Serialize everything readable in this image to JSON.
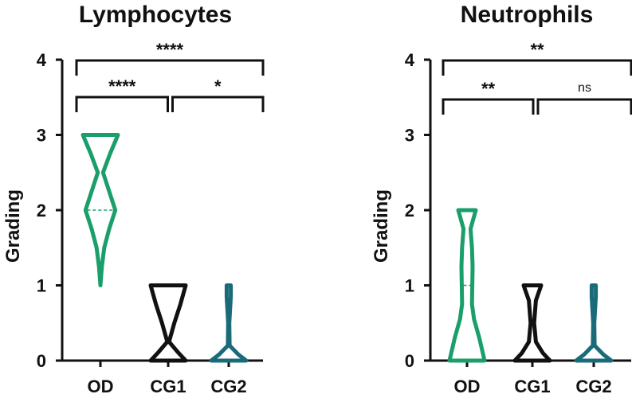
{
  "chart_data": [
    {
      "type": "violin",
      "title": "Lymphocytes",
      "ylabel": "Grading",
      "ylim": [
        0,
        4
      ],
      "yticks": [
        0,
        1,
        2,
        3,
        4
      ],
      "categories": [
        "OD",
        "CG1",
        "CG2"
      ],
      "series": [
        {
          "category": "OD",
          "color": "#1a9e6a",
          "min": 1,
          "max": 3,
          "median": 2,
          "density": [
            [
              1,
              0.0
            ],
            [
              1.25,
              0.08
            ],
            [
              1.5,
              0.22
            ],
            [
              1.75,
              0.5
            ],
            [
              2,
              0.85
            ],
            [
              2.25,
              0.5
            ],
            [
              2.5,
              0.15
            ],
            [
              2.75,
              0.55
            ],
            [
              3,
              1.0
            ]
          ]
        },
        {
          "category": "CG1",
          "color": "#111111",
          "min": 0,
          "max": 1,
          "median": null,
          "density": [
            [
              0,
              1.0
            ],
            [
              0.1,
              0.6
            ],
            [
              0.25,
              0.05
            ],
            [
              0.5,
              0.35
            ],
            [
              0.75,
              0.7
            ],
            [
              1,
              1.0
            ]
          ]
        },
        {
          "category": "CG2",
          "color": "#1a6b7a",
          "min": 0,
          "max": 1,
          "median": null,
          "density": [
            [
              0,
              1.0
            ],
            [
              0.08,
              0.55
            ],
            [
              0.2,
              0.05
            ],
            [
              0.5,
              0.03
            ],
            [
              0.85,
              0.12
            ],
            [
              1,
              0.12
            ]
          ]
        }
      ],
      "significance": [
        {
          "from": "OD",
          "to": "CG1",
          "label": "****",
          "level": 1
        },
        {
          "from": "CG1",
          "to": "CG2",
          "label": "*",
          "level": 1
        },
        {
          "from": "OD",
          "to": "CG2",
          "label": "****",
          "level": 2
        }
      ]
    },
    {
      "type": "violin",
      "title": "Neutrophils",
      "ylabel": "Grading",
      "ylim": [
        0,
        4
      ],
      "yticks": [
        0,
        1,
        2,
        3,
        4
      ],
      "categories": [
        "OD",
        "CG1",
        "CG2"
      ],
      "series": [
        {
          "category": "OD",
          "color": "#1a9e6a",
          "min": 0,
          "max": 2,
          "median": 1,
          "density": [
            [
              0,
              1.0
            ],
            [
              0.3,
              0.7
            ],
            [
              0.55,
              0.4
            ],
            [
              0.75,
              0.28
            ],
            [
              1,
              0.3
            ],
            [
              1.25,
              0.32
            ],
            [
              1.5,
              0.28
            ],
            [
              1.75,
              0.2
            ],
            [
              2,
              0.5
            ]
          ]
        },
        {
          "category": "CG1",
          "color": "#111111",
          "min": 0,
          "max": 1,
          "median": null,
          "density": [
            [
              0,
              1.0
            ],
            [
              0.1,
              0.6
            ],
            [
              0.25,
              0.2
            ],
            [
              0.5,
              0.1
            ],
            [
              0.8,
              0.2
            ],
            [
              1,
              0.5
            ]
          ]
        },
        {
          "category": "CG2",
          "color": "#1a6b7a",
          "min": 0,
          "max": 1,
          "median": null,
          "density": [
            [
              0,
              1.0
            ],
            [
              0.08,
              0.55
            ],
            [
              0.2,
              0.05
            ],
            [
              0.5,
              0.03
            ],
            [
              0.85,
              0.12
            ],
            [
              1,
              0.12
            ]
          ]
        }
      ],
      "significance": [
        {
          "from": "OD",
          "to": "CG1",
          "label": "**",
          "level": 1
        },
        {
          "from": "CG1",
          "to": "CG2",
          "label": "ns",
          "level": 1
        },
        {
          "from": "OD",
          "to": "CG2",
          "label": "**",
          "level": 2
        }
      ]
    }
  ]
}
